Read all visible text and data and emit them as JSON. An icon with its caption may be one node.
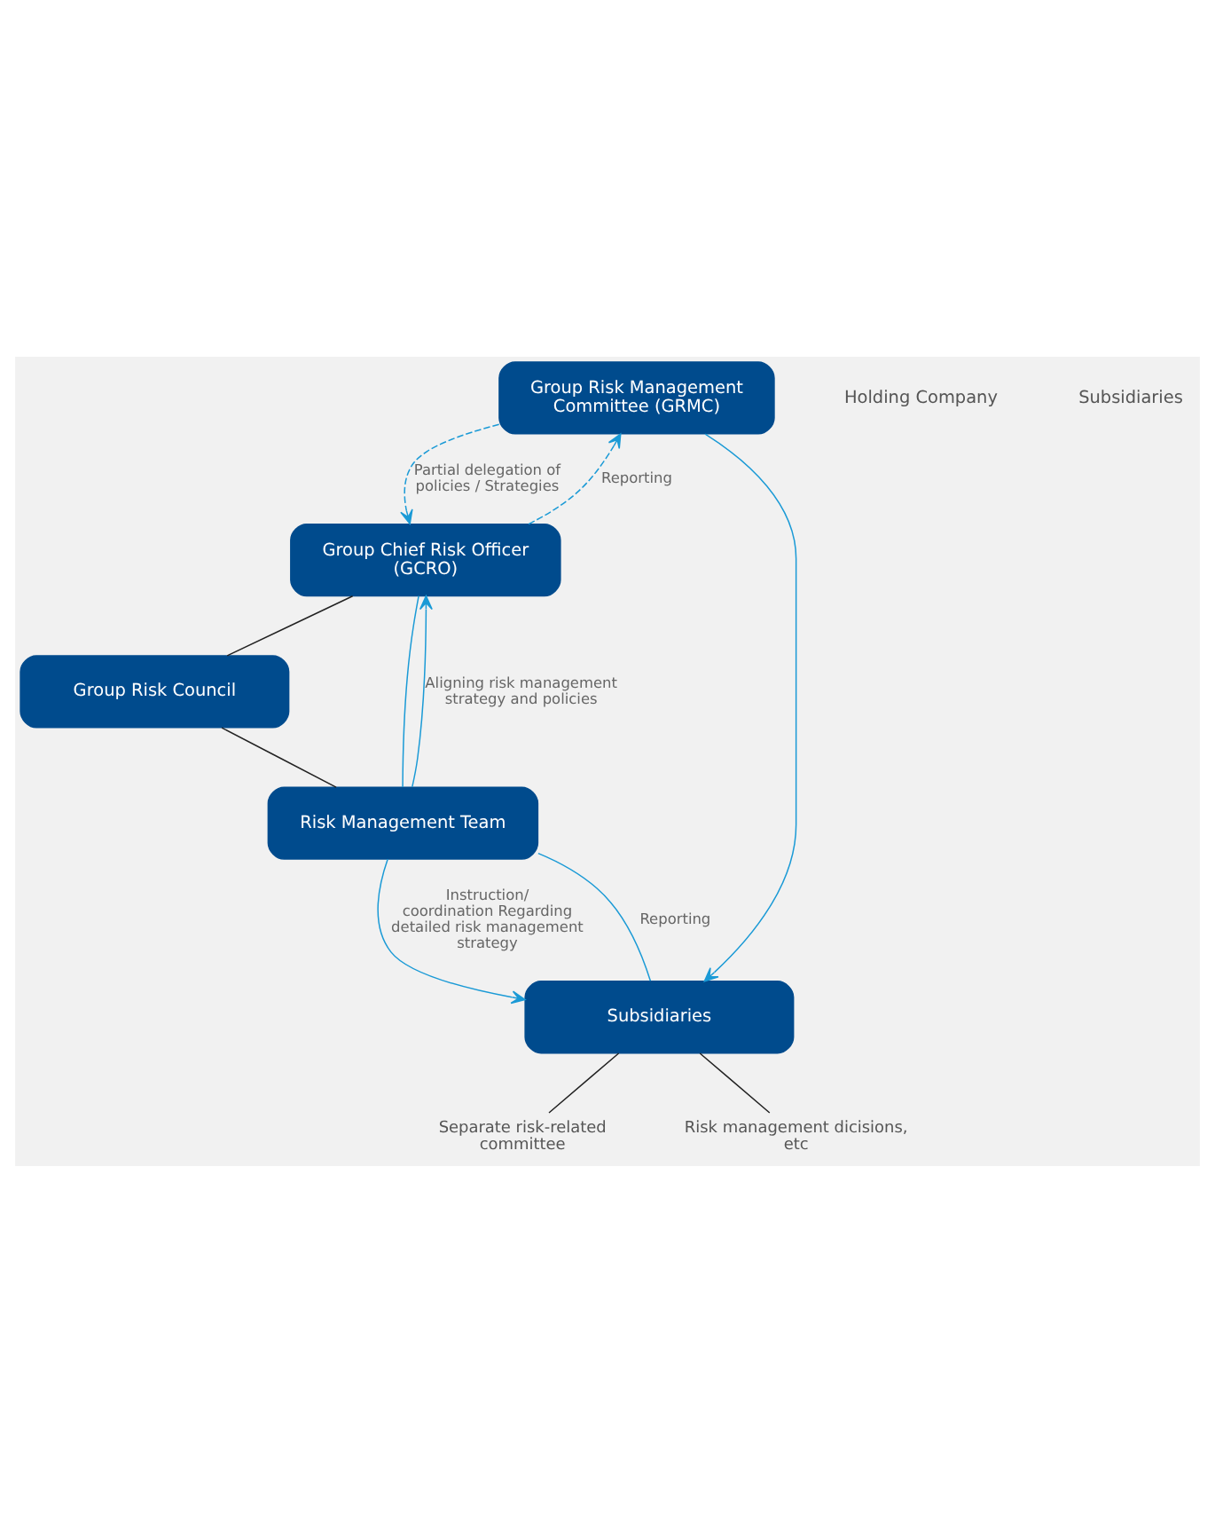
{
  "diagram": {
    "nodes": [
      {
        "text": [
          "Group Risk Management Committee (GRMC)"
        ]
      },
      {
        "text": [
          "Group Chief Risk Officer (GCRO)"
        ]
      },
      {
        "text": [
          "Group Risk Council"
        ]
      },
      {
        "text": [
          "Risk Management Team"
        ]
      },
      {
        "text": [
          "Subsidiaries"
        ]
      },
      {
        "text": [
          "Separate risk-related committee"
        ]
      },
      {
        "text": [
          "Risk management dicisions, etc"
        ]
      }
    ],
    "edges": [
      {
        "from": 1,
        "to": 0,
        "arrow": "to",
        "style": "dashed",
        "label": "Reporting"
      },
      {
        "from": 0,
        "to": 1,
        "arrow": "to",
        "style": "dashed",
        "label": "Partial delegation of policies / Strategies"
      },
      {
        "from": 3,
        "to": 1,
        "arrow": "to",
        "label": "Aligning risk management strategy and policies"
      },
      {
        "from": 1,
        "to": 3,
        "arrow": "none"
      },
      {
        "from": 1,
        "to": 2,
        "arrow": "none",
        "color": "#222222"
      },
      {
        "from": 2,
        "to": 3,
        "arrow": "none",
        "color": "#222222"
      },
      {
        "from": 0,
        "to": 4,
        "arrow": "to"
      },
      {
        "from": 4,
        "to": 3,
        "arrow": "none",
        "label": "Reporting"
      },
      {
        "from": 3,
        "to": 4,
        "arrow": "to",
        "label": "Instruction/ coordination Regarding detailed risk management strategy"
      },
      {
        "from": 4,
        "to": 5,
        "arrow": "none",
        "color": "#222222"
      },
      {
        "from": 4,
        "to": 6,
        "arrow": "none",
        "color": "#222222"
      }
    ],
    "labels": [
      "Holding Company",
      "Subsidiaries"
    ]
  }
}
